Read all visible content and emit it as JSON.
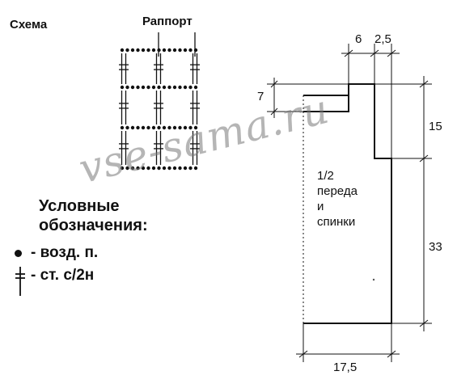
{
  "schema": {
    "title": "Схема",
    "rapport_label": "Раппорт"
  },
  "legend": {
    "title_line1": "Условные",
    "title_line2": "обозначения:",
    "items": [
      {
        "icon": "dot-icon",
        "text": "- возд. п."
      },
      {
        "icon": "double-crochet-icon",
        "text": "- ст. с/2н"
      }
    ]
  },
  "pattern": {
    "label_line1": "1/2",
    "label_line2": "переда",
    "label_line3": "и",
    "label_line4": "спинки",
    "dims": {
      "neck_width": "6",
      "shoulder_width": "2,5",
      "neck_depth": "7",
      "armhole_height": "15",
      "side_length": "33",
      "bottom_width": "17,5"
    }
  },
  "watermark": "vse-sama.ru"
}
